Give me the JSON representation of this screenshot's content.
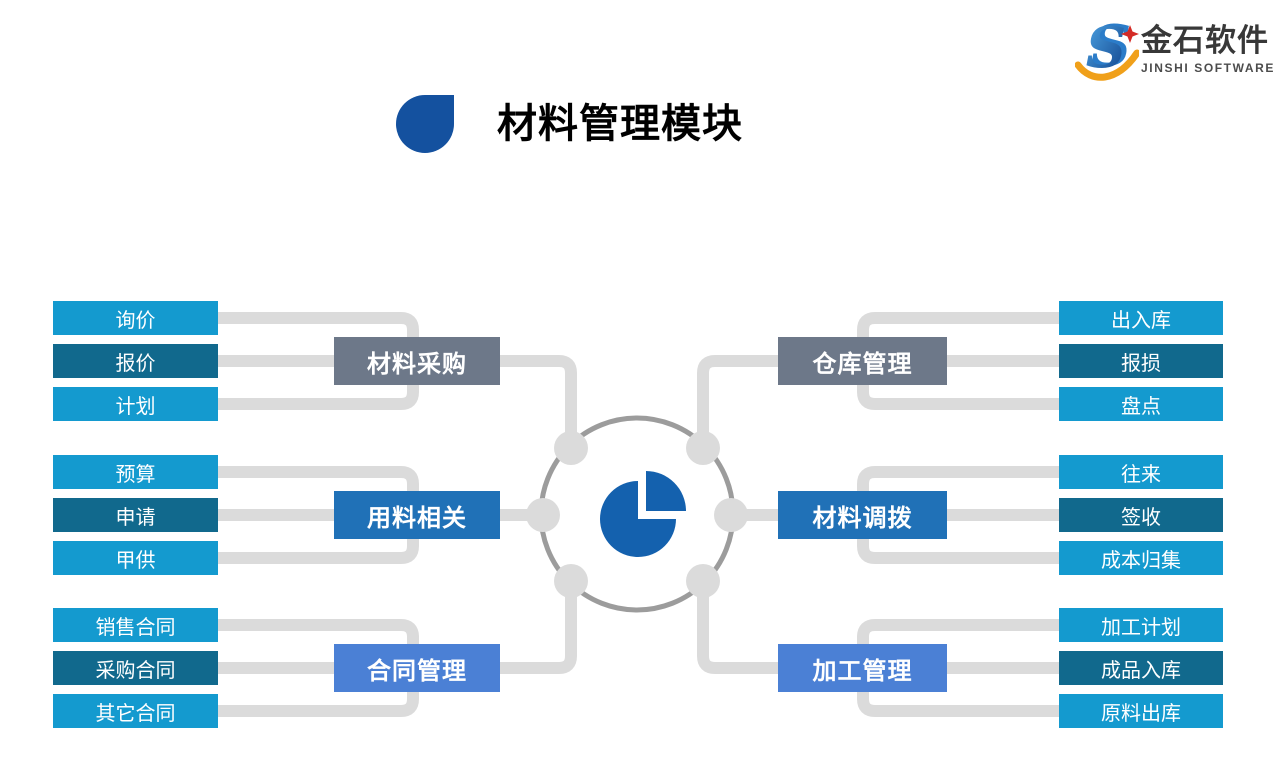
{
  "page": {
    "background": "#ffffff"
  },
  "header": {
    "title": "材料管理模块",
    "title_color": "#000000",
    "bullet_color": "#14519F"
  },
  "logo": {
    "name_cn": "金石软件",
    "name_en": "JINSHI SOFTWARE",
    "mark_colors": {
      "blue": "#2B7CC9",
      "blue_dark": "#0D3D86",
      "orange": "#F0A01A",
      "red": "#D42B26"
    }
  },
  "colors": {
    "item_light": "#149ACF",
    "item_dark": "#11698D",
    "cat_slate": "#6D7889",
    "cat_blue": "#2071B7",
    "cat_sky": "#4B80D5",
    "connector": "#DBDBDB",
    "hub_ring": "#9C9C9C",
    "pie_blue": "#1461AE"
  },
  "diagram": {
    "center_icon": "pie-chart-icon",
    "groups": [
      {
        "side": "left",
        "category": {
          "label": "材料采购",
          "color": "cat_slate"
        },
        "items": [
          {
            "label": "询价",
            "tone": "item_light"
          },
          {
            "label": "报价",
            "tone": "item_dark"
          },
          {
            "label": "计划",
            "tone": "item_light"
          }
        ]
      },
      {
        "side": "left",
        "category": {
          "label": "用料相关",
          "color": "cat_blue"
        },
        "items": [
          {
            "label": "预算",
            "tone": "item_light"
          },
          {
            "label": "申请",
            "tone": "item_dark"
          },
          {
            "label": "甲供",
            "tone": "item_light"
          }
        ]
      },
      {
        "side": "left",
        "category": {
          "label": "合同管理",
          "color": "cat_sky"
        },
        "items": [
          {
            "label": "销售合同",
            "tone": "item_light"
          },
          {
            "label": "采购合同",
            "tone": "item_dark"
          },
          {
            "label": "其它合同",
            "tone": "item_light"
          }
        ]
      },
      {
        "side": "right",
        "category": {
          "label": "仓库管理",
          "color": "cat_slate"
        },
        "items": [
          {
            "label": "出入库",
            "tone": "item_light"
          },
          {
            "label": "报损",
            "tone": "item_dark"
          },
          {
            "label": "盘点",
            "tone": "item_light"
          }
        ]
      },
      {
        "side": "right",
        "category": {
          "label": "材料调拨",
          "color": "cat_blue"
        },
        "items": [
          {
            "label": "往来",
            "tone": "item_light"
          },
          {
            "label": "签收",
            "tone": "item_dark"
          },
          {
            "label": "成本归集",
            "tone": "item_light"
          }
        ]
      },
      {
        "side": "right",
        "category": {
          "label": "加工管理",
          "color": "cat_sky"
        },
        "items": [
          {
            "label": "加工计划",
            "tone": "item_light"
          },
          {
            "label": "成品入库",
            "tone": "item_dark"
          },
          {
            "label": "原料出库",
            "tone": "item_light"
          }
        ]
      }
    ]
  }
}
